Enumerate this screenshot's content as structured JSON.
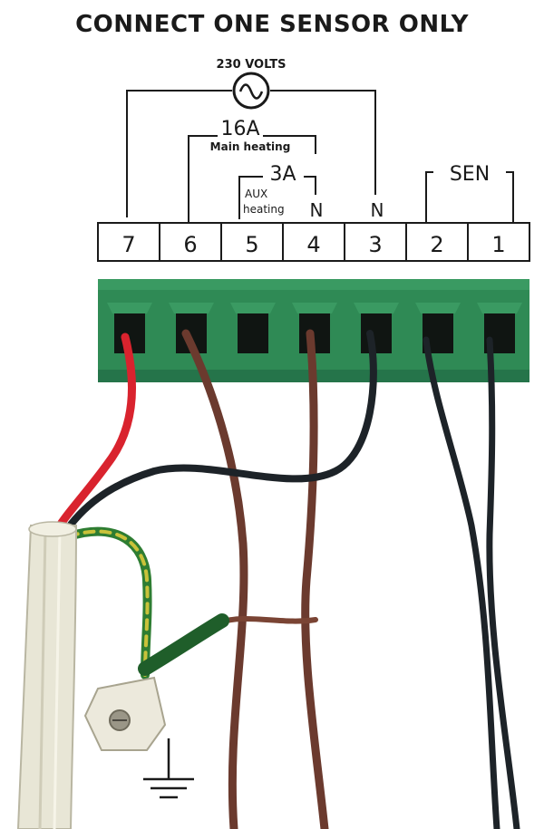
{
  "title": "CONNECT ONE SENSOR ONLY",
  "supply_label": "230 VOLTS",
  "supply_symbol": "~",
  "main_heating": {
    "rating": "16A",
    "label": "Main heating"
  },
  "aux_heating": {
    "rating": "3A",
    "label_line1": "AUX",
    "label_line2": "heating"
  },
  "neutral_labels": [
    "N",
    "N"
  ],
  "sensor_label": "SEN",
  "terminals": [
    "7",
    "6",
    "5",
    "4",
    "3",
    "2",
    "1"
  ],
  "colors": {
    "terminal_block": "#2f8a55",
    "wire_red": "#d9232e",
    "wire_brown": "#6b3a2e",
    "wire_black": "#1d2328",
    "wire_earth_green": "#2e7d32",
    "wire_earth_yellow": "#c9c23a",
    "cable_sheath": "#e8e6d6"
  },
  "icons": [
    "ac-source-icon",
    "earth-ground-icon"
  ]
}
